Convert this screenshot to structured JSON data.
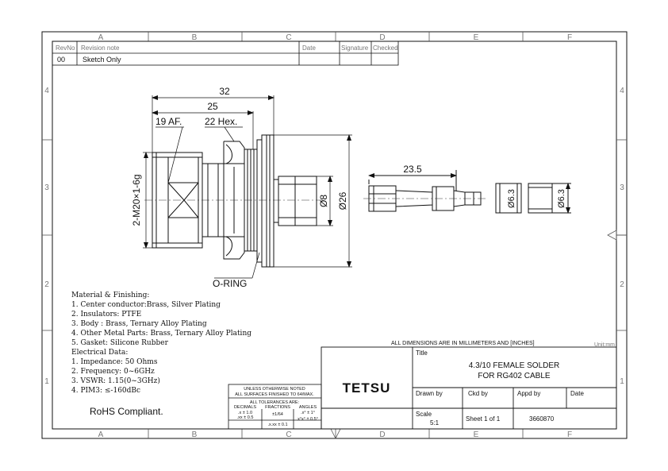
{
  "grid": {
    "columns": [
      "A",
      "B",
      "C",
      "D",
      "E",
      "F"
    ],
    "rows": [
      "4",
      "3",
      "2",
      "1"
    ]
  },
  "revision_table": {
    "headers": {
      "rev_no": "RevNo",
      "note": "Revision note",
      "date": "Date",
      "signature": "Signature",
      "checked": "Checked"
    },
    "row": {
      "rev_no": "00",
      "note": "Sketch Only"
    }
  },
  "dimensions": {
    "overall_length": "32",
    "body_length": "25",
    "af": "19 AF.",
    "hex": "22 Hex.",
    "thread": "2-M20×1-6g",
    "pin_dia": "Ø8",
    "flange_dia": "Ø26",
    "o_ring": "O-RING",
    "pin_length": "23.5",
    "insulator_dia": "Ø6.3",
    "gasket_dia": "Ø6.3"
  },
  "notes": {
    "material_heading": "Material & Finishing:",
    "materials": [
      "1. Center conductor:Brass, Silver Plating",
      "2. Insulators: PTFE",
      "3. Body : Brass, Ternary Alloy Plating",
      "4. Other Metal Parts: Brass, Ternary Alloy Plating",
      "5. Gasket: Silicone Rubber"
    ],
    "electrical_heading": "Electrical Data:",
    "electrical": [
      "1. Impedance: 50 Ohms",
      "2. Frequency: 0~6GHz",
      "3. VSWR:    1.15(0~3GHz)",
      "4. PIM3:    ≤-160dBc"
    ],
    "rohs": "RoHS Compliant."
  },
  "title_block": {
    "all_dims": "ALL DIMENSIONS ARE IN MILLIMETERS AND [INCHES]",
    "unit": "Unit:mm",
    "title_label": "Title",
    "title_line1": "4.3/10 FEMALE SOLDER",
    "title_line2": "FOR RG402 CABLE",
    "company": "TETSU",
    "drawn_by": "Drawn by",
    "ckd_by": "Ckd by",
    "appd_by": "Appd by",
    "date": "Date",
    "scale_label": "Scale",
    "scale_value": "5:1",
    "sheet": "Sheet 1 of 1",
    "drawing_no": "3660870"
  },
  "tolerance": {
    "line1": "UNLESS OTHERWISE NOTED",
    "line2": "ALL SURFACES FINISHED TO 64/MAX.",
    "line3": "ALL TOLERANCES ARE:",
    "col_decimals": "DECIMALS",
    "col_fractions": "FRACTIONS",
    "col_angles": "ANGLES",
    "dec1": ".x ± 1.0",
    "dec2": ".xx ± 0.5",
    "dec3": ".x.xx ± 0.1",
    "frac": "±1/64",
    "ang1": ".x° ± 1°",
    "ang2": "x°x° ± 0.5°"
  }
}
